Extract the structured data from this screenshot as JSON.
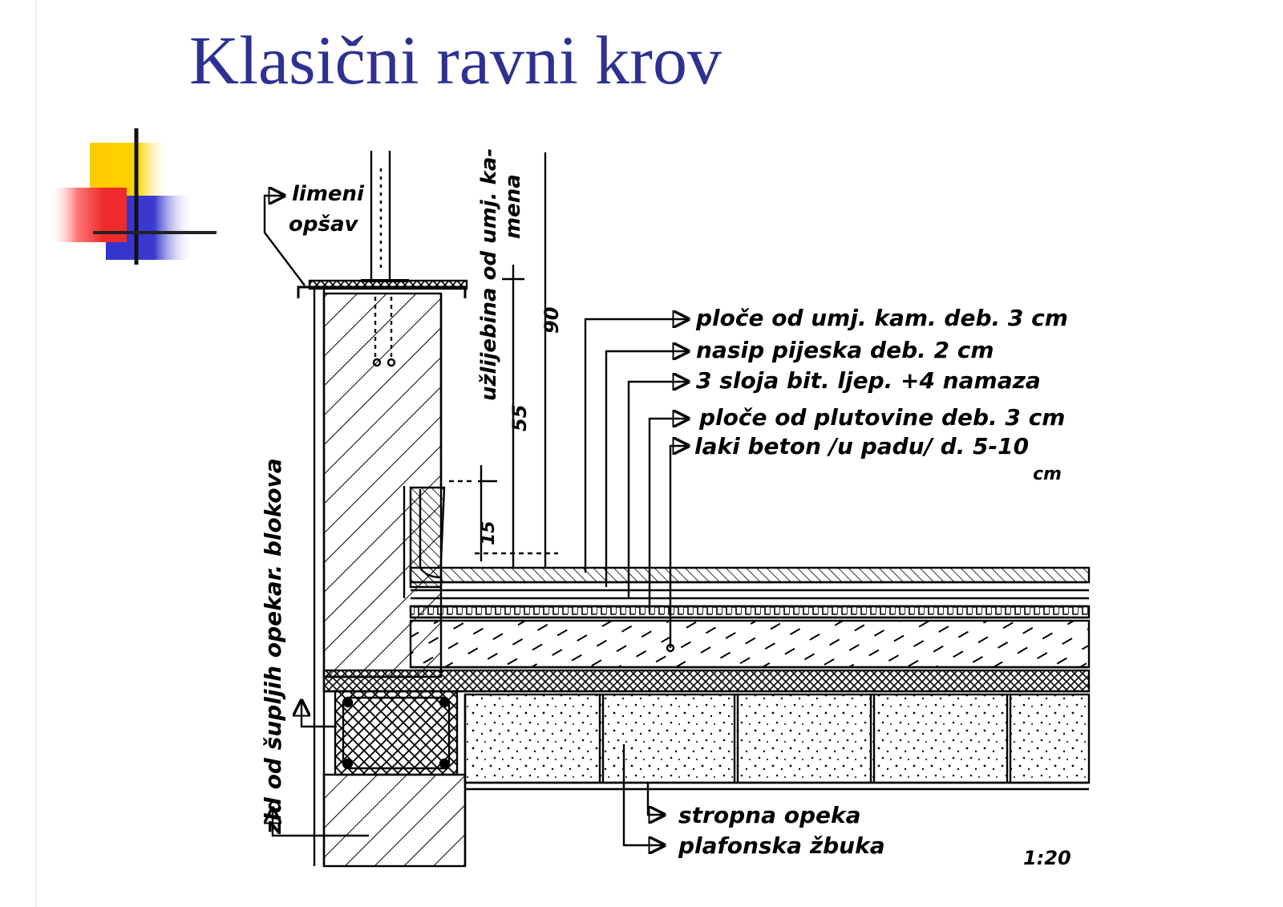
{
  "slide": {
    "title": "Klasični ravni krov"
  },
  "drawing": {
    "labels": {
      "sheet_metal": [
        "limeni",
        "opšav"
      ],
      "groove": [
        "užlijebina od umj. ka-",
        "mena"
      ],
      "wall": "zid od šupljih opekar. blokova",
      "layers": [
        "ploče od umj. kam. deb. 3 cm",
        "nasip pijeska deb. 2 cm",
        "3 sloja bit. ljep. +4 namaza",
        "ploče od plutovine deb. 3 cm",
        "laki beton /u padu/ d. 5-10",
        "cm"
      ],
      "ceiling": [
        "stropna opeka",
        "plafonska žbuka"
      ]
    },
    "dimensions": {
      "upper": "90",
      "middle": "55",
      "lower": "15"
    },
    "scale": "1:20"
  },
  "colors": {
    "title": "#2e3192",
    "logo_yellow": "#ffcc00",
    "logo_red": "#ee2a2a",
    "logo_blue": "#3333cc",
    "ink": "#000000"
  }
}
